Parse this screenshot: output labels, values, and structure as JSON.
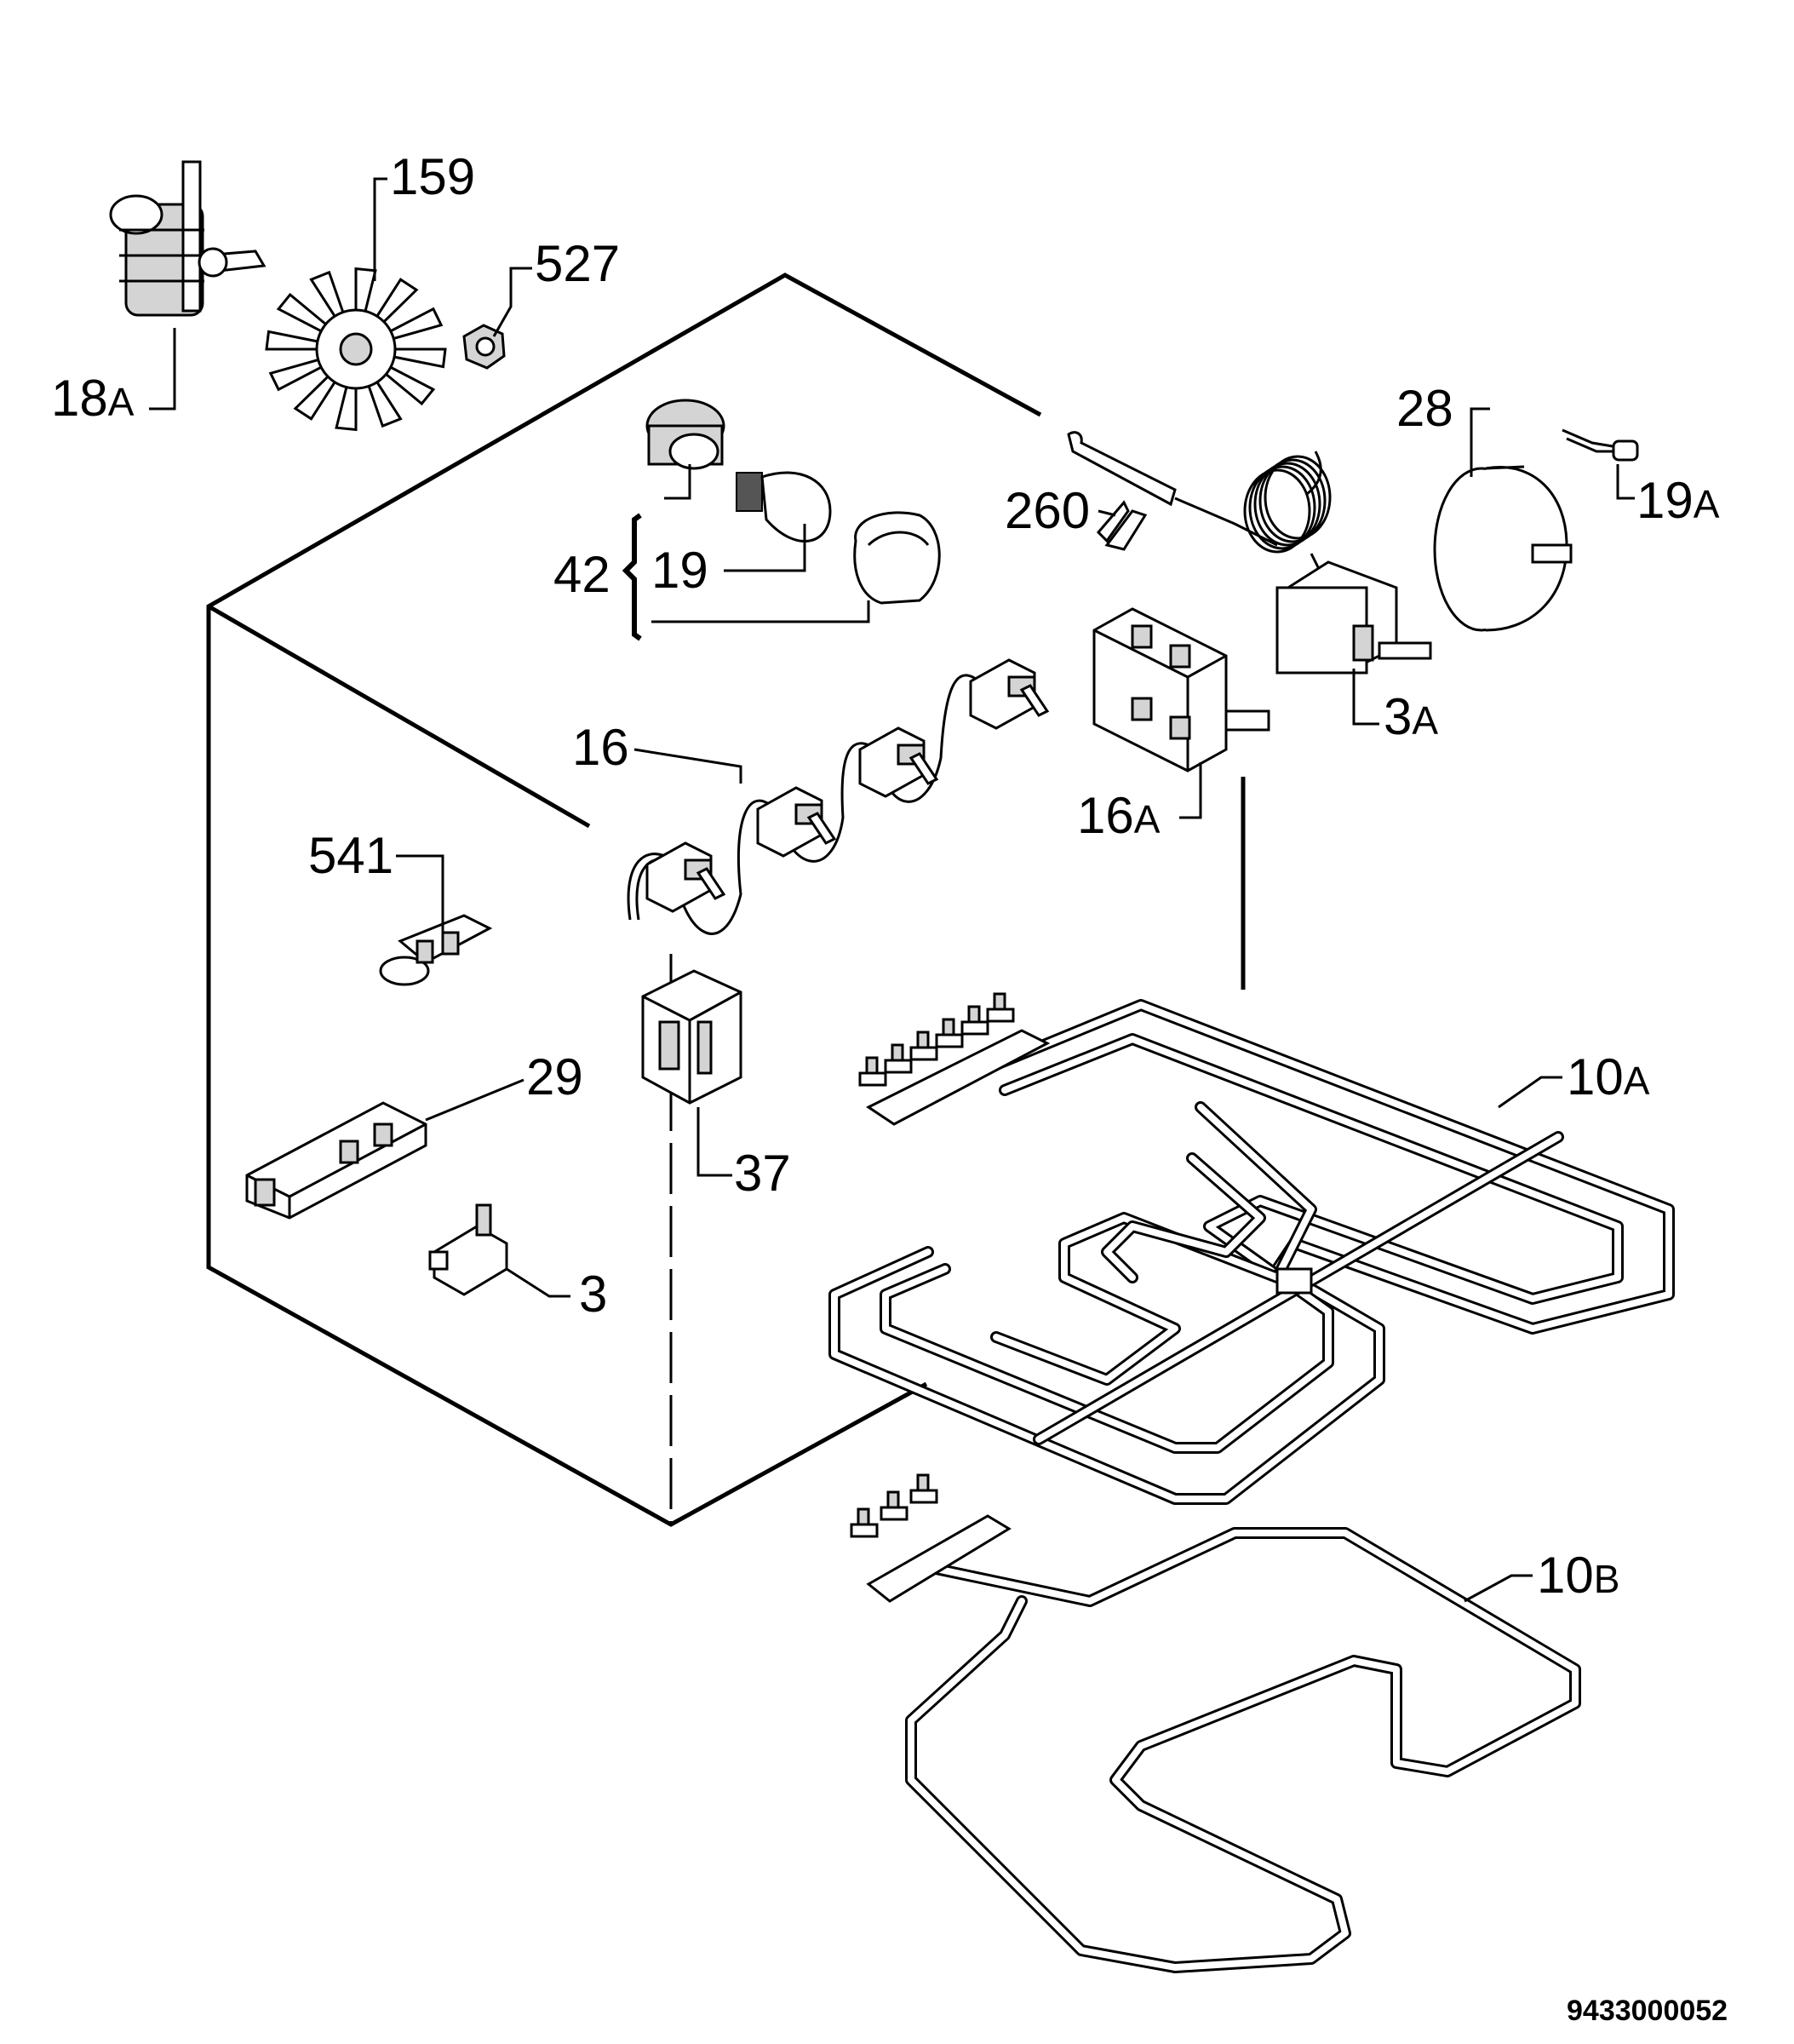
{
  "labels": {
    "l18": {
      "num": "18",
      "suf": "A"
    },
    "l159": {
      "num": "159",
      "suf": ""
    },
    "l527": {
      "num": "527",
      "suf": ""
    },
    "l28": {
      "num": "28",
      "suf": ""
    },
    "l19a": {
      "num": "19",
      "suf": "A"
    },
    "l260": {
      "num": "260",
      "suf": ""
    },
    "l42": {
      "num": "42",
      "suf": ""
    },
    "l19": {
      "num": "19",
      "suf": ""
    },
    "l3a": {
      "num": "3",
      "suf": "A"
    },
    "l16": {
      "num": "16",
      "suf": ""
    },
    "l16a": {
      "num": "16",
      "suf": "A"
    },
    "l541": {
      "num": "541",
      "suf": ""
    },
    "l29": {
      "num": "29",
      "suf": ""
    },
    "l37": {
      "num": "37",
      "suf": ""
    },
    "l3": {
      "num": "3",
      "suf": ""
    },
    "l10a": {
      "num": "10",
      "suf": "A"
    },
    "l10b": {
      "num": "10",
      "suf": "B"
    }
  },
  "drawing_code": "9433000052"
}
